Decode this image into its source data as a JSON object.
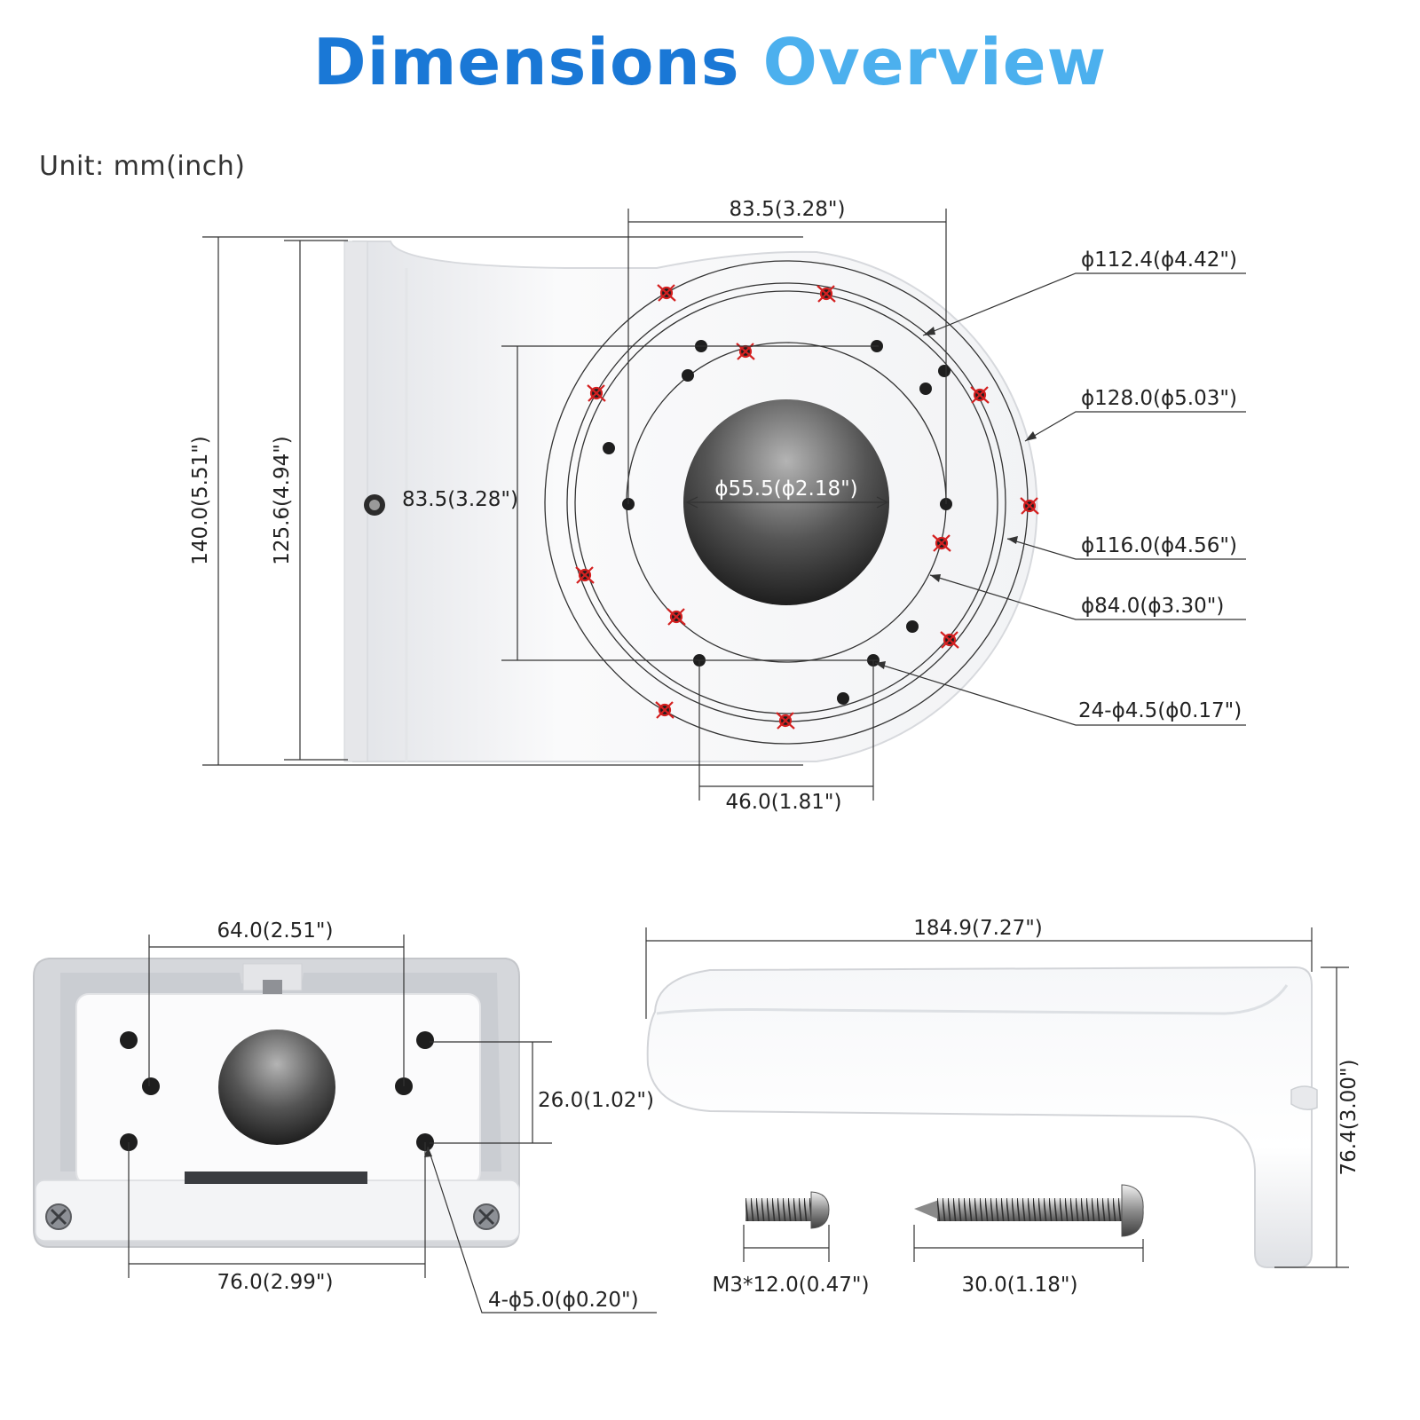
{
  "title": {
    "part1": "Dimensions",
    "part2": "Overview"
  },
  "unit_label": "Unit: mm(inch)",
  "colors": {
    "title_dark": "#1a78d6",
    "title_light": "#4cb0ee",
    "mark": "#d42020"
  },
  "top_view": {
    "width_top": "83.5(3.28\")",
    "height_outer": "140.0(5.51\")",
    "height_inner": "125.6(4.94\")",
    "square_side": "83.5(3.28\")",
    "center_hole": "ϕ55.5(ϕ2.18\")",
    "bottom_spacing": "46.0(1.81\")",
    "d1124": "ϕ112.4(ϕ4.42\")",
    "d1280": "ϕ128.0(ϕ5.03\")",
    "d1160": "ϕ116.0(ϕ4.56\")",
    "d840": "ϕ84.0(ϕ3.30\")",
    "holes": "24-ϕ4.5(ϕ0.17\")"
  },
  "front_view": {
    "top_spacing": "64.0(2.51\")",
    "vertical_spacing": "26.0(1.02\")",
    "bottom_spacing": "76.0(2.99\")",
    "holes": "4-ϕ5.0(ϕ0.20\")"
  },
  "side_view": {
    "length": "184.9(7.27\")",
    "height": "76.4(3.00\")"
  },
  "screws": {
    "machine_screw": "M3*12.0(0.47\")",
    "wood_screw": "30.0(1.18\")"
  }
}
